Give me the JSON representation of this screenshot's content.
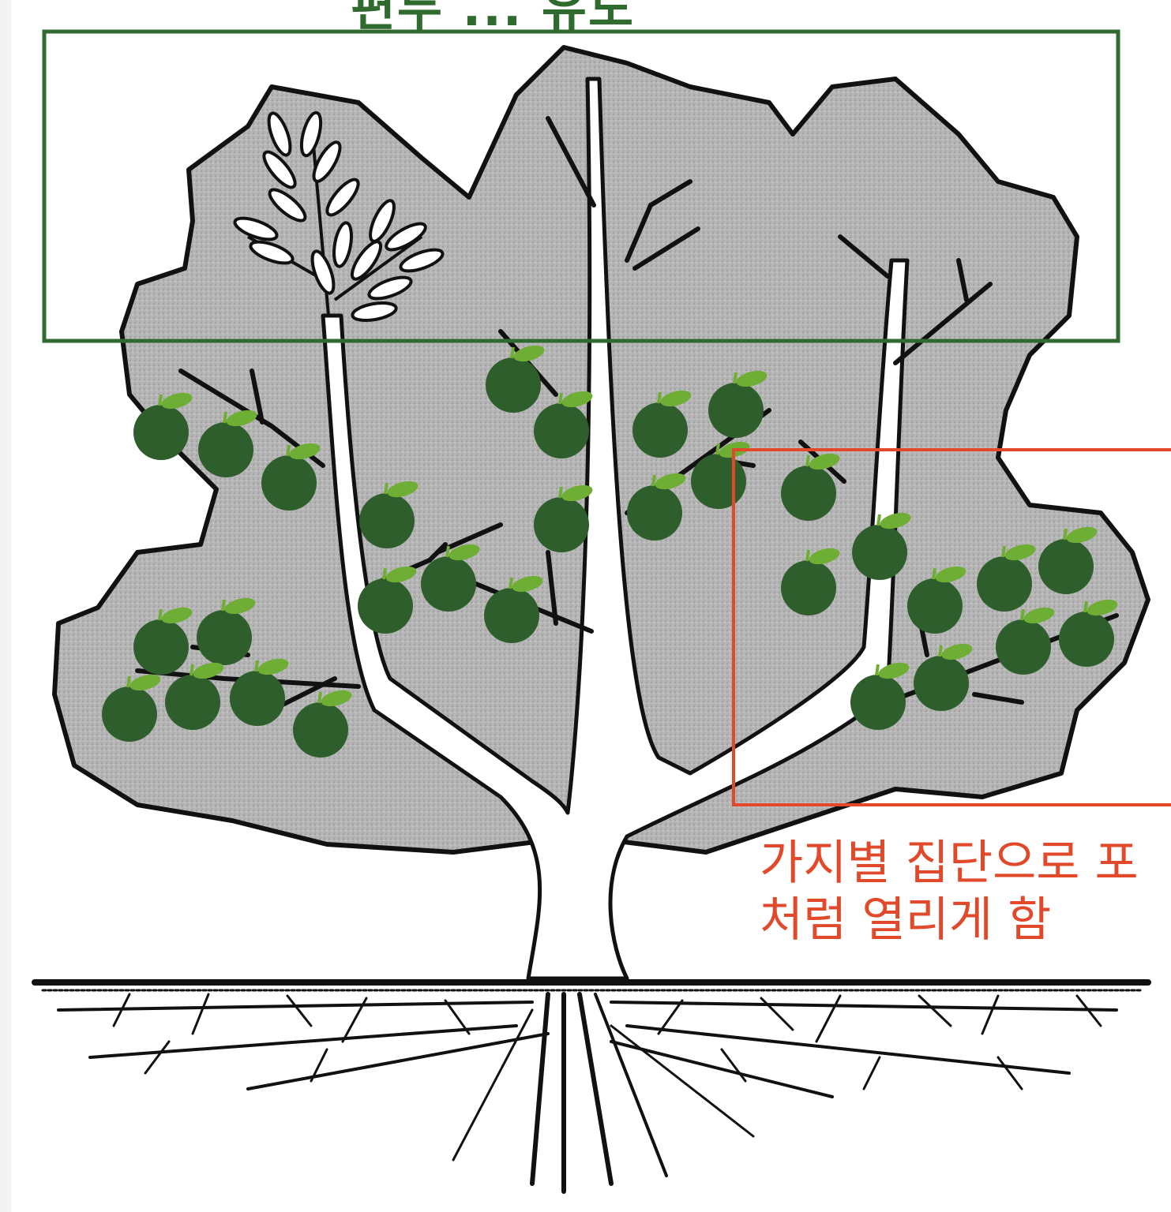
{
  "figure": {
    "title_fragment": "편두 ... 유도",
    "annotation_lines": [
      "가지별 집단으로 포",
      "처럼 열리게 함"
    ]
  },
  "colors": {
    "green_box": "#2f6a2f",
    "red_box": "#e2492b",
    "fruit": "#2e5e2b",
    "leaf": "#6fae35",
    "canopy": "#b8b8b8",
    "ink": "#111111"
  },
  "icons": [
    "fruit-icon",
    "leaf-cluster-icon",
    "tree-icon",
    "roots-icon"
  ]
}
